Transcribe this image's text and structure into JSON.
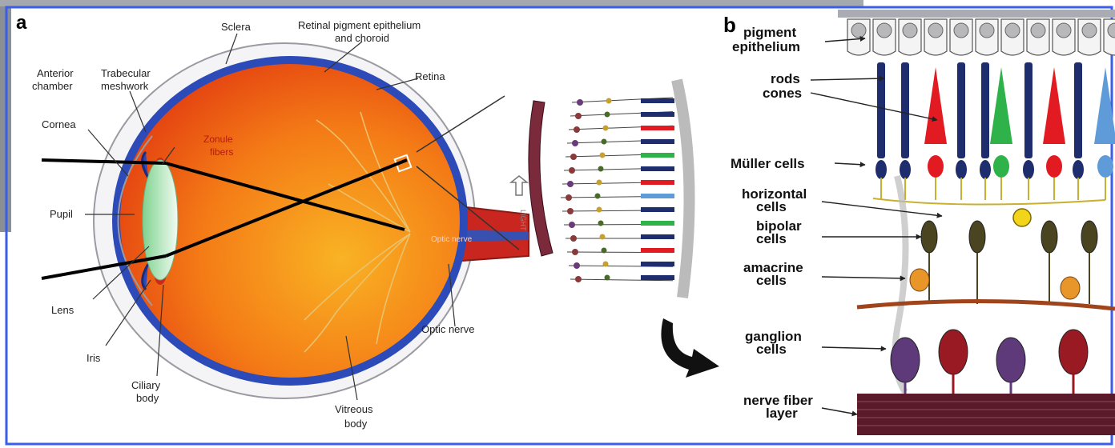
{
  "figure": {
    "panel_a_letter": "a",
    "panel_b_letter": "b",
    "light_label": "LIGHT",
    "optic_inner_label": "Optic nerve",
    "colors": {
      "frame": "#3a5ee8",
      "eyeball": "#ef5410",
      "eyeball_core": "#f7a020",
      "choroid": "#2c4ab8",
      "lens": "#a8e6b4",
      "rod": "#1e2d6e",
      "cone_red": "#e21b22",
      "cone_green": "#2fb24a",
      "cone_blue": "#5e9bd8",
      "nerve_fiber": "#5a1a2a"
    }
  },
  "panel_a": {
    "labels": {
      "sclera": "Sclera",
      "rpe_line1": "Retinal pigment epithelium",
      "rpe_line2": "and choroid",
      "anterior_line1": "Anterior",
      "anterior_line2": "chamber",
      "trabecular_line1": "Trabecular",
      "trabecular_line2": "meshwork",
      "retina": "Retina",
      "cornea": "Cornea",
      "zonule_line1": "Zonule",
      "zonule_line2": "fibers",
      "pupil": "Pupil",
      "lens": "Lens",
      "iris": "Iris",
      "ciliary_line1": "Ciliary",
      "ciliary_line2": "body",
      "vitreous_line1": "Vitreous",
      "vitreous_line2": "body",
      "optic_nerve": "Optic nerve"
    }
  },
  "panel_b": {
    "labels": {
      "pigment_line1": "pigment",
      "pigment_line2": "epithelium",
      "rods": "rods",
      "cones": "cones",
      "muller": "Müller cells",
      "horizontal_line1": "horizontal",
      "horizontal_line2": "cells",
      "bipolar_line1": "bipolar",
      "bipolar_line2": "cells",
      "amacrine_line1": "amacrine",
      "amacrine_line2": "cells",
      "ganglion_line1": "ganglion",
      "ganglion_line2": "cells",
      "nerve_line1": "nerve fiber",
      "nerve_line2": "layer"
    }
  }
}
